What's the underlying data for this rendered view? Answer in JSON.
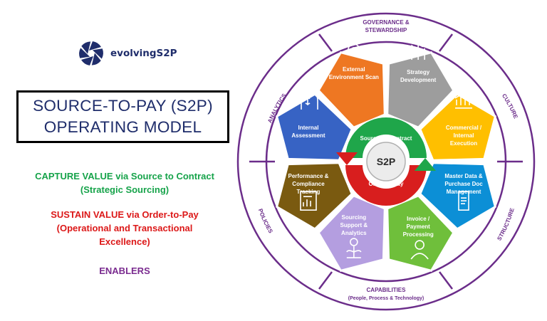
{
  "logo": {
    "text": "evolvingS2P",
    "icon": "aperture-logo-icon"
  },
  "title": {
    "line1": "SOURCE-TO-PAY (S2P)",
    "line2": "OPERATING MODEL"
  },
  "capture": {
    "line1": "CAPTURE VALUE via Source to Contract",
    "line2": "(Strategic Sourcing)"
  },
  "sustain": {
    "line1": "SUSTAIN VALUE via Order-to-Pay",
    "line2": "(Operational and Transactional",
    "line3": "Excellence)"
  },
  "enablers": {
    "text": "ENABLERS"
  },
  "ring": {
    "governance": {
      "line1": "GOVERNANCE &",
      "line2": "STEWARDSHIP"
    },
    "analytics": "ANALYTICS",
    "culture": "CULTURE",
    "policies": "POLICIES",
    "structure": "STRUCTURE",
    "capabilities": {
      "line1": "CAPABILITIES",
      "line2": "(People, Process & Technology)"
    }
  },
  "center": {
    "label": "S2P",
    "top": "Source-to-Contract",
    "bottom": "Order-to-Pay"
  },
  "segments": [
    {
      "key": "external",
      "lines": [
        "External",
        "Environment Scan"
      ],
      "color": "#ee7722",
      "icon": "gears-scan-icon"
    },
    {
      "key": "strategy",
      "lines": [
        "Strategy",
        "Development"
      ],
      "color": "#9d9d9d",
      "icon": "growth-arrows-icon"
    },
    {
      "key": "commercial",
      "lines": [
        "Commercial /",
        "Internal",
        "Execution"
      ],
      "color": "#ffbf00",
      "icon": "chart-hand-icon"
    },
    {
      "key": "masterdata",
      "lines": [
        "Master Data &",
        "Purchase Doc",
        "Management"
      ],
      "color": "#0c8fd6",
      "icon": "mobile-payment-icon"
    },
    {
      "key": "invoice",
      "lines": [
        "Invoice /",
        "Payment",
        "Processing"
      ],
      "color": "#6fbf3b",
      "icon": "person-gear-icon"
    },
    {
      "key": "sourcing",
      "lines": [
        "Sourcing",
        "Support &",
        "Analytics"
      ],
      "color": "#b49ee0",
      "icon": "coin-plant-icon"
    },
    {
      "key": "performance",
      "lines": [
        "Performance &",
        "Compliance",
        "Tracking"
      ],
      "color": "#7a5a10",
      "icon": "report-chart-icon"
    },
    {
      "key": "internal",
      "lines": [
        "Internal",
        "Assessment"
      ],
      "color": "#3763c4",
      "icon": "dollar-head-icon"
    }
  ]
}
